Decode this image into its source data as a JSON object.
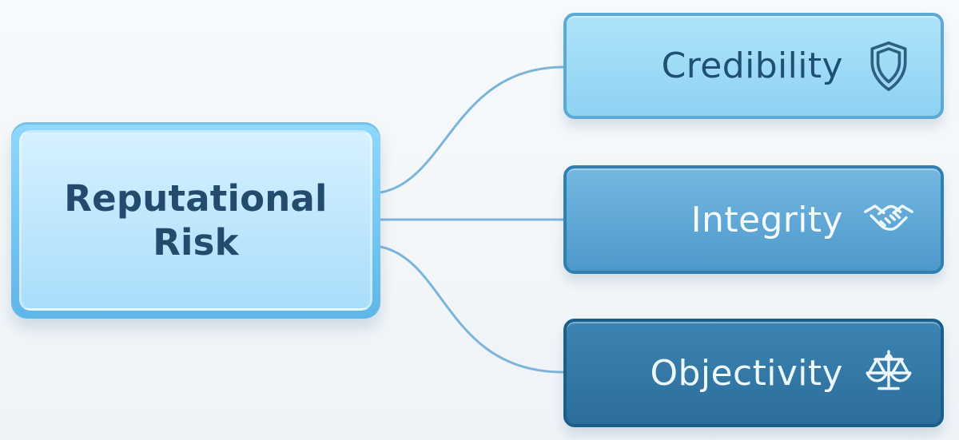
{
  "diagram": {
    "root": {
      "label": "Reputational Risk"
    },
    "branches": [
      {
        "label": "Credibility",
        "icon": "shield-icon"
      },
      {
        "label": "Integrity",
        "icon": "handshake-icon"
      },
      {
        "label": "Objectivity",
        "icon": "scale-icon"
      }
    ],
    "colors": {
      "connector": "#7bb5d9",
      "root_outer": "#63b8e8",
      "root_inner": "#c6eafc",
      "branch_top": "#9fdcf8",
      "branch_middle": "#5ca5d4",
      "branch_bottom": "#3378a6"
    }
  }
}
